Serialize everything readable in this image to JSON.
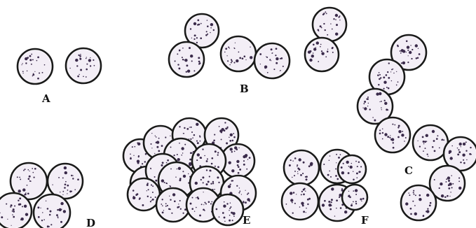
{
  "labels": {
    "a": "A",
    "b": "B",
    "c": "C",
    "d": "D",
    "e": "E",
    "f": "F"
  },
  "colors": {
    "outline": "#1a1a1a",
    "fill": "#f3eef6",
    "dots": "#3a2a4a",
    "background": "#ffffff"
  }
}
